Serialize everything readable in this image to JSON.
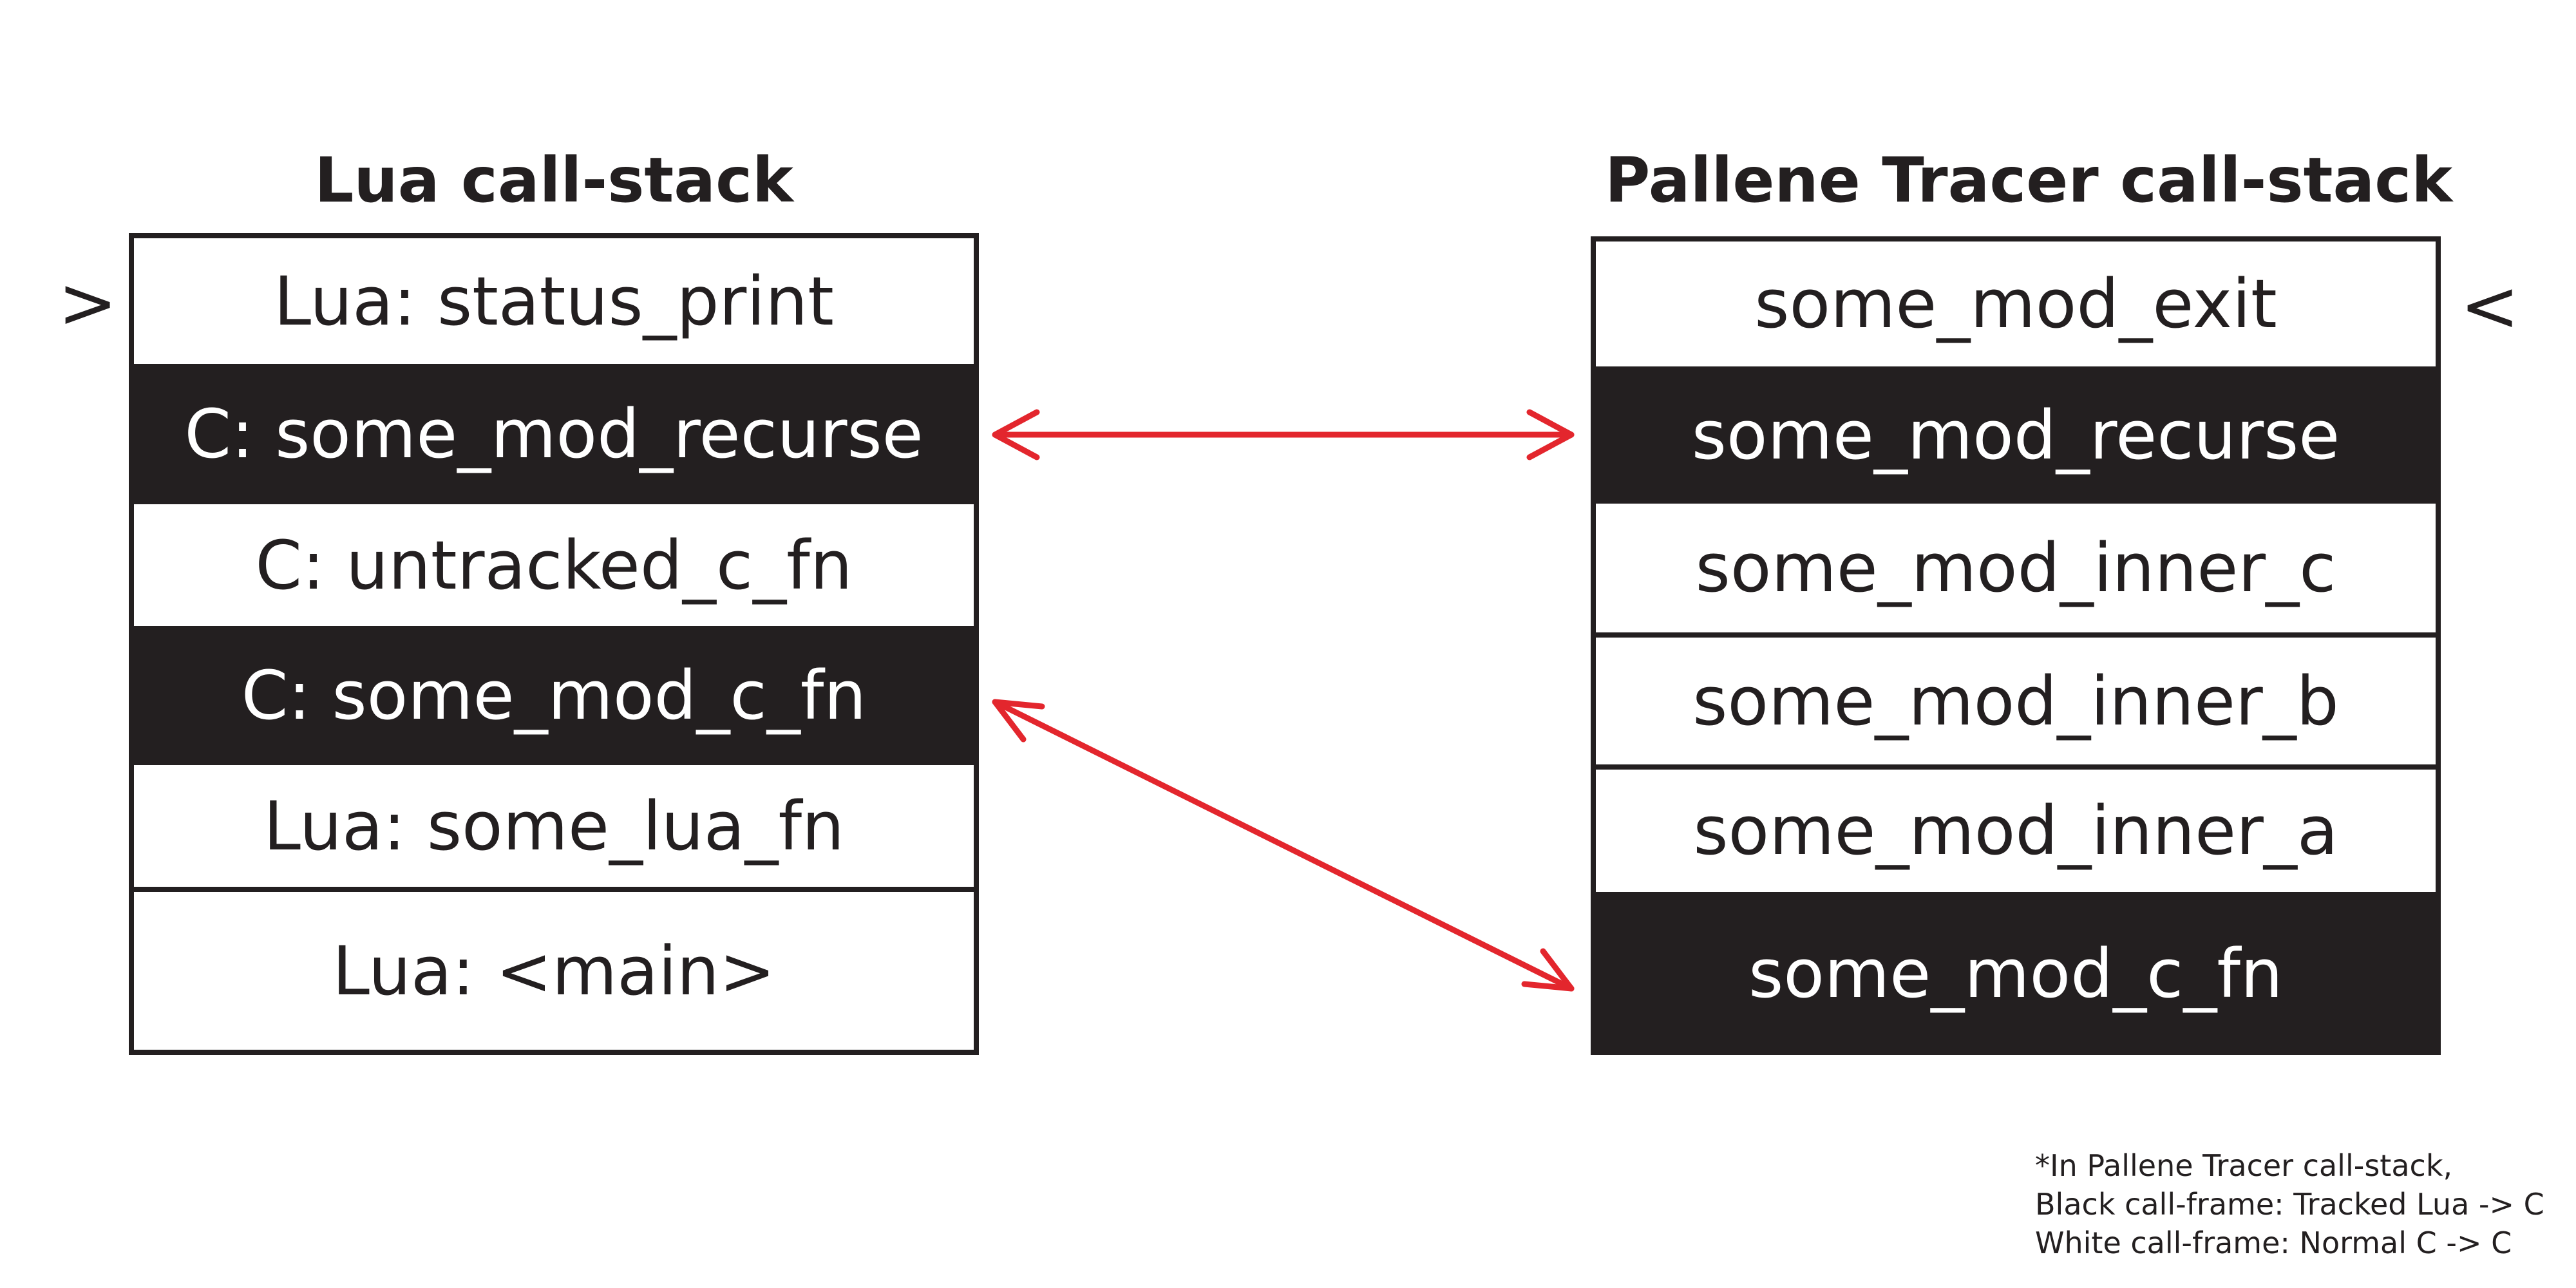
{
  "lua_stack": {
    "title": "Lua call-stack",
    "marker": ">",
    "frames": [
      {
        "label": "Lua: status_print",
        "style": "white"
      },
      {
        "label": "C: some_mod_recurse",
        "style": "black"
      },
      {
        "label": "C: untracked_c_fn",
        "style": "white"
      },
      {
        "label": "C: some_mod_c_fn",
        "style": "black"
      },
      {
        "label": "Lua: some_lua_fn",
        "style": "white"
      },
      {
        "label": "Lua: <main>",
        "style": "white"
      }
    ]
  },
  "pallene_stack": {
    "title": "Pallene Tracer call-stack",
    "marker": "<",
    "frames": [
      {
        "label": "some_mod_exit",
        "style": "white"
      },
      {
        "label": "some_mod_recurse",
        "style": "black"
      },
      {
        "label": "some_mod_inner_c",
        "style": "white"
      },
      {
        "label": "some_mod_inner_b",
        "style": "white"
      },
      {
        "label": "some_mod_inner_a",
        "style": "white"
      },
      {
        "label": "some_mod_c_fn",
        "style": "black"
      }
    ]
  },
  "links": [
    {
      "from": "C: some_mod_recurse",
      "to": "some_mod_recurse"
    },
    {
      "from": "C: some_mod_c_fn",
      "to": "some_mod_c_fn"
    }
  ],
  "footnote": {
    "line1": "*In Pallene Tracer call-stack,",
    "line2": "Black call-frame: Tracked Lua -> C",
    "line3": "White call-frame: Normal C -> C"
  },
  "colors": {
    "frame_dark": "#231f20",
    "frame_light": "#ffffff",
    "arrow": "#e3262d"
  }
}
